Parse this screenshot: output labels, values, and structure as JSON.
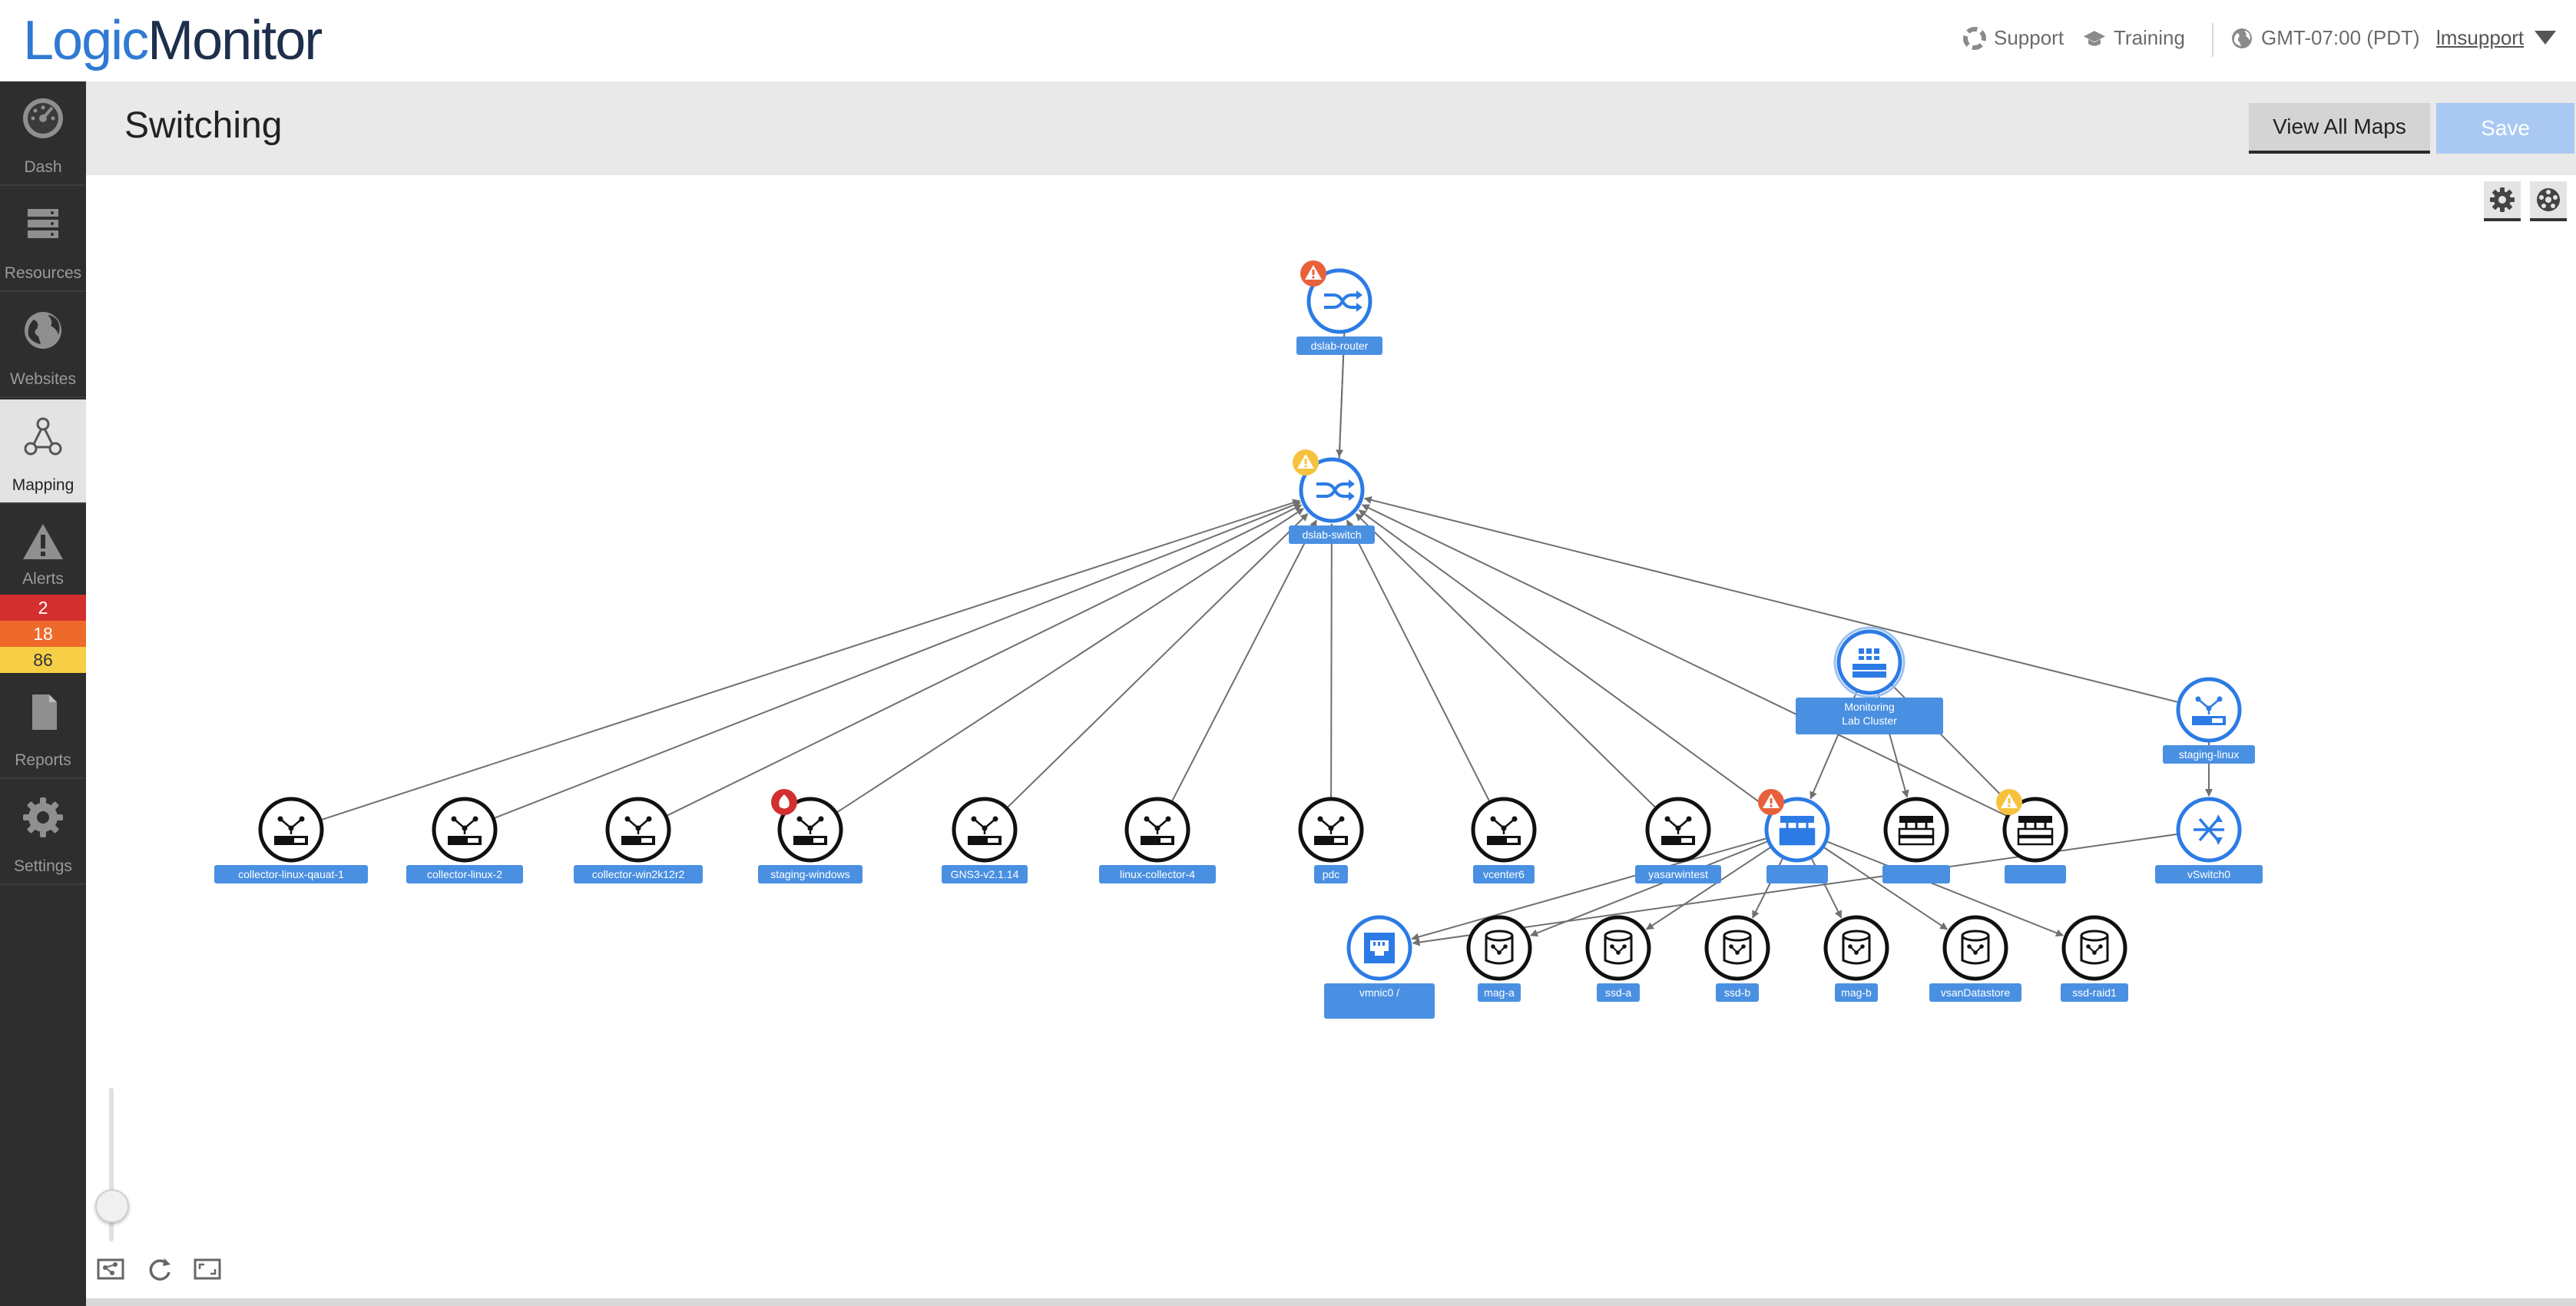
{
  "app": {
    "logo_part1": "Logic",
    "logo_part2": "Monitor"
  },
  "header": {
    "support_label": "Support",
    "training_label": "Training",
    "timezone_label": "GMT-07:00 (PDT)",
    "user_label": "lmsupport"
  },
  "sidebar": {
    "items": [
      {
        "label": "Dash",
        "icon": "dashboard-icon"
      },
      {
        "label": "Resources",
        "icon": "server-stack-icon"
      },
      {
        "label": "Websites",
        "icon": "globe-icon"
      },
      {
        "label": "Mapping",
        "icon": "topology-icon"
      },
      {
        "label": "Alerts",
        "icon": "warning-icon"
      },
      {
        "label": "Reports",
        "icon": "document-icon"
      },
      {
        "label": "Settings",
        "icon": "gear-icon"
      }
    ],
    "alert_counts": [
      {
        "value": "2",
        "color": "#d32f2f"
      },
      {
        "value": "18",
        "color": "#ee6a2b"
      },
      {
        "value": "86",
        "color": "#f7cf47"
      }
    ]
  },
  "page": {
    "title": "Switching",
    "view_all_label": "View All Maps",
    "save_label": "Save"
  },
  "colors": {
    "accent": "#2f7ad3",
    "node_blue": "#2c7be5",
    "label_bg": "#4a90e2",
    "edge": "#707070",
    "alert_critical": "#d32f2f",
    "alert_error": "#e8613a",
    "alert_warning": "#f6c23e"
  },
  "map": {
    "nodes": [
      {
        "id": "dslab-router",
        "label": "dslab-router",
        "kind": "router",
        "alert": "error"
      },
      {
        "id": "dslab-switch",
        "label": "dslab-switch",
        "kind": "router",
        "alert": "warning"
      },
      {
        "id": "monitoring-lab-cluster",
        "label": "Monitoring Lab Cluster",
        "kind": "cluster",
        "alert": ""
      },
      {
        "id": "staging-linux",
        "label": "staging-linux",
        "kind": "device-blue",
        "alert": ""
      },
      {
        "id": "collector-linux-qauat-1",
        "label": "collector-linux-qauat-1",
        "kind": "device",
        "alert": ""
      },
      {
        "id": "collector-linux-2",
        "label": "collector-linux-2",
        "kind": "device",
        "alert": ""
      },
      {
        "id": "collector-win2k12r2",
        "label": "collector-win2k12r2",
        "kind": "device",
        "alert": ""
      },
      {
        "id": "staging-windows",
        "label": "staging-windows",
        "kind": "device",
        "alert": "critical"
      },
      {
        "id": "gns3-v2.1.14",
        "label": "GNS3-v2.1.14",
        "kind": "device",
        "alert": ""
      },
      {
        "id": "linux-collector-4",
        "label": "linux-collector-4",
        "kind": "device",
        "alert": ""
      },
      {
        "id": "pdc",
        "label": "pdc",
        "kind": "device",
        "alert": ""
      },
      {
        "id": "vcenter6",
        "label": "vcenter6",
        "kind": "device",
        "alert": ""
      },
      {
        "id": "yasarwintest",
        "label": "yasarwintest",
        "kind": "device",
        "alert": ""
      },
      {
        "id": "esx-host-1",
        "label": "",
        "kind": "host-blue",
        "alert": "error"
      },
      {
        "id": "esx-host-2",
        "label": "",
        "kind": "host",
        "alert": ""
      },
      {
        "id": "esx-host-3",
        "label": "",
        "kind": "host",
        "alert": "warning"
      },
      {
        "id": "vswitch0",
        "label": "vSwitch0",
        "kind": "vswitch",
        "alert": ""
      },
      {
        "id": "vmnic0",
        "label": "vmnic0 /",
        "kind": "nic",
        "alert": ""
      },
      {
        "id": "mag-a",
        "label": "mag-a",
        "kind": "datastore",
        "alert": ""
      },
      {
        "id": "ssd-a",
        "label": "ssd-a",
        "kind": "datastore",
        "alert": ""
      },
      {
        "id": "ssd-b",
        "label": "ssd-b",
        "kind": "datastore",
        "alert": ""
      },
      {
        "id": "mag-b",
        "label": "mag-b",
        "kind": "datastore",
        "alert": ""
      },
      {
        "id": "vsandatastore",
        "label": "vsanDatastore",
        "kind": "datastore",
        "alert": ""
      },
      {
        "id": "ssd-raid1",
        "label": "ssd-raid1",
        "kind": "datastore",
        "alert": ""
      }
    ],
    "edges": [
      {
        "from": "dslab-router",
        "to": "dslab-switch",
        "arrow": true
      },
      {
        "from": "dslab-switch",
        "to": "dslab-router",
        "arrow": false
      },
      {
        "from": "collector-linux-qauat-1",
        "to": "dslab-switch",
        "arrow": true
      },
      {
        "from": "collector-linux-2",
        "to": "dslab-switch",
        "arrow": true
      },
      {
        "from": "collector-win2k12r2",
        "to": "dslab-switch",
        "arrow": true
      },
      {
        "from": "staging-windows",
        "to": "dslab-switch",
        "arrow": true
      },
      {
        "from": "gns3-v2.1.14",
        "to": "dslab-switch",
        "arrow": true
      },
      {
        "from": "linux-collector-4",
        "to": "dslab-switch",
        "arrow": true
      },
      {
        "from": "pdc",
        "to": "dslab-switch",
        "arrow": true
      },
      {
        "from": "vcenter6",
        "to": "dslab-switch",
        "arrow": true
      },
      {
        "from": "yasarwintest",
        "to": "dslab-switch",
        "arrow": true
      },
      {
        "from": "esx-host-1",
        "to": "dslab-switch",
        "arrow": true
      },
      {
        "from": "esx-host-3",
        "to": "dslab-switch",
        "arrow": true
      },
      {
        "from": "staging-linux",
        "to": "dslab-switch",
        "arrow": true
      },
      {
        "from": "monitoring-lab-cluster",
        "to": "esx-host-1",
        "arrow": true
      },
      {
        "from": "monitoring-lab-cluster",
        "to": "esx-host-2",
        "arrow": true
      },
      {
        "from": "monitoring-lab-cluster",
        "to": "esx-host-3",
        "arrow": true
      },
      {
        "from": "staging-linux",
        "to": "vswitch0",
        "arrow": true
      },
      {
        "from": "esx-host-1",
        "to": "vmnic0",
        "arrow": true
      },
      {
        "from": "vswitch0",
        "to": "vmnic0",
        "arrow": true
      },
      {
        "from": "esx-host-1",
        "to": "mag-a",
        "arrow": true
      },
      {
        "from": "esx-host-1",
        "to": "ssd-a",
        "arrow": true
      },
      {
        "from": "esx-host-1",
        "to": "ssd-b",
        "arrow": true
      },
      {
        "from": "esx-host-1",
        "to": "mag-b",
        "arrow": true
      },
      {
        "from": "esx-host-1",
        "to": "vsandatastore",
        "arrow": true
      },
      {
        "from": "esx-host-1",
        "to": "ssd-raid1",
        "arrow": true
      }
    ]
  }
}
